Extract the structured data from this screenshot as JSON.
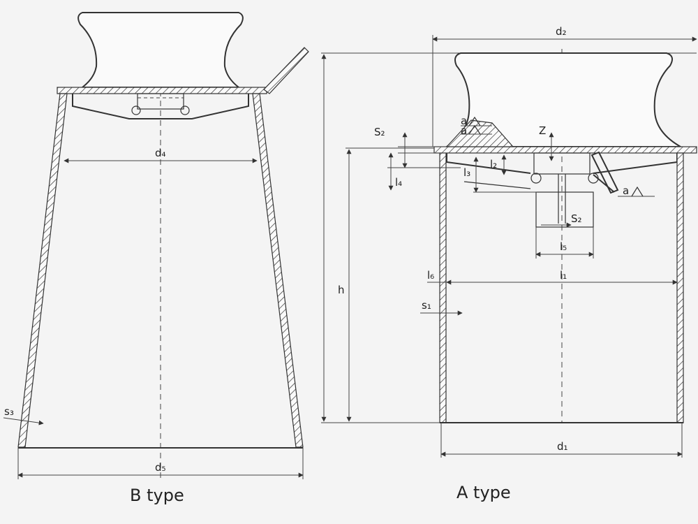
{
  "figure": {
    "b_caption": "B type",
    "a_caption": "A type"
  },
  "b_labels": {
    "d4": "d₄",
    "d5": "d₅",
    "s3": "s₃"
  },
  "a_labels": {
    "d2": "d₂",
    "d1": "d₁",
    "h": "h",
    "l1": "l₁",
    "l2": "l₂",
    "l3": "l₃",
    "l4": "l₄",
    "l5": "l₅",
    "l6": "l₆",
    "s1": "s₁",
    "s2_left": "S₂",
    "s2_right": "S₂",
    "z": "Z",
    "a1": "a",
    "a2": "a",
    "a3": "a"
  }
}
